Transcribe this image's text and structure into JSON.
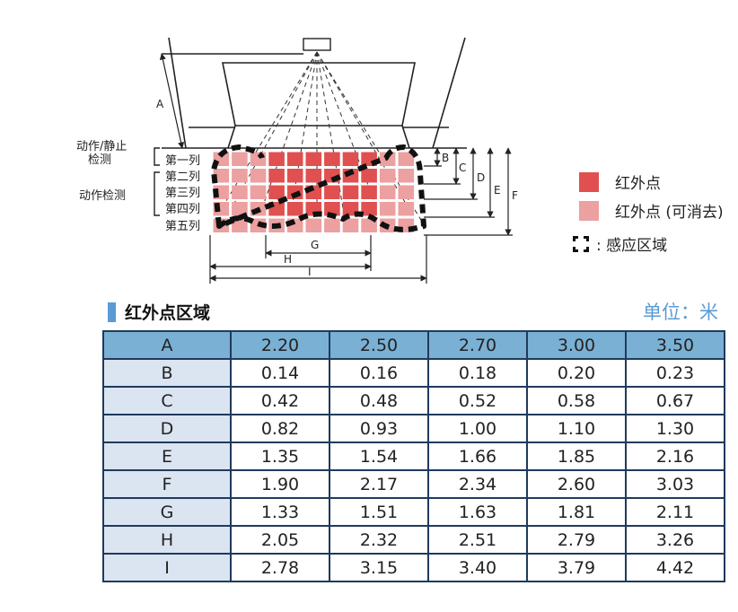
{
  "diagram": {
    "row_labels": [
      "第一列",
      "第二列",
      "第三列",
      "第四列",
      "第五列"
    ],
    "group_label_top_1": "动作/静止",
    "group_label_top_2": "检测",
    "group_label_motion": "动作检测",
    "dimension_letters": [
      "A",
      "B",
      "C",
      "D",
      "E",
      "F",
      "G",
      "H",
      "I"
    ]
  },
  "legend": {
    "ir_point": "红外点",
    "ir_point_removable": "红外点 (可消去)",
    "sensing_zone": ": 感应区域",
    "colors": {
      "ir_point": "#e05050",
      "ir_point_removable": "#eca0a0"
    }
  },
  "section": {
    "title": "红外点区域",
    "unit": "单位：米"
  },
  "table": {
    "rows": [
      {
        "label": "A",
        "values": [
          "2.20",
          "2.50",
          "2.70",
          "3.00",
          "3.50"
        ]
      },
      {
        "label": "B",
        "values": [
          "0.14",
          "0.16",
          "0.18",
          "0.20",
          "0.23"
        ]
      },
      {
        "label": "C",
        "values": [
          "0.42",
          "0.48",
          "0.52",
          "0.58",
          "0.67"
        ]
      },
      {
        "label": "D",
        "values": [
          "0.82",
          "0.93",
          "1.00",
          "1.10",
          "1.30"
        ]
      },
      {
        "label": "E",
        "values": [
          "1.35",
          "1.54",
          "1.66",
          "1.85",
          "2.16"
        ]
      },
      {
        "label": "F",
        "values": [
          "1.90",
          "2.17",
          "2.34",
          "2.60",
          "3.03"
        ]
      },
      {
        "label": "G",
        "values": [
          "1.33",
          "1.51",
          "1.63",
          "1.81",
          "2.11"
        ]
      },
      {
        "label": "H",
        "values": [
          "2.05",
          "2.32",
          "2.51",
          "2.79",
          "3.26"
        ]
      },
      {
        "label": "I",
        "values": [
          "2.78",
          "3.15",
          "3.40",
          "3.79",
          "4.42"
        ]
      }
    ]
  }
}
